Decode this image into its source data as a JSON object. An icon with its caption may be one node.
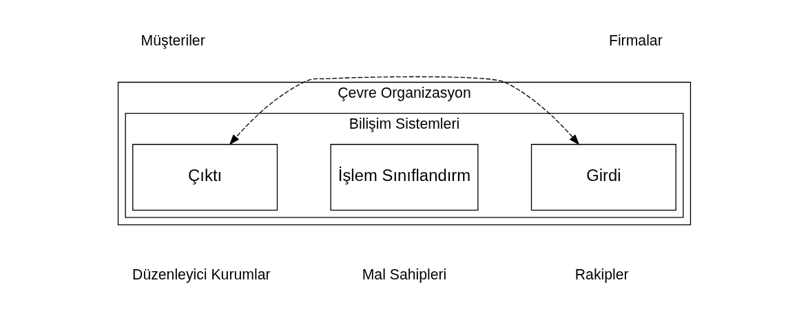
{
  "diagram": {
    "nodes": [
      {
        "text": [
          "Çevre Organizasyon"
        ]
      },
      {
        "text": [
          "Bilişim Sistemleri"
        ],
        "in": 0
      },
      {
        "text": [
          "Girdi"
        ],
        "in": 1
      },
      {
        "text": [
          "İşlem Sınıflandırm"
        ],
        "in": 1
      },
      {
        "text": [
          "Çıktı"
        ],
        "in": 1
      }
    ],
    "edges": [
      {
        "from": 2,
        "to": 4,
        "arrow": "both",
        "style": "dashed"
      }
    ],
    "labels": [
      "Müşteriler",
      "Firmalar",
      "Düzenleyici Kurumlar",
      "Mal Sahipleri",
      "Rakipler"
    ]
  }
}
